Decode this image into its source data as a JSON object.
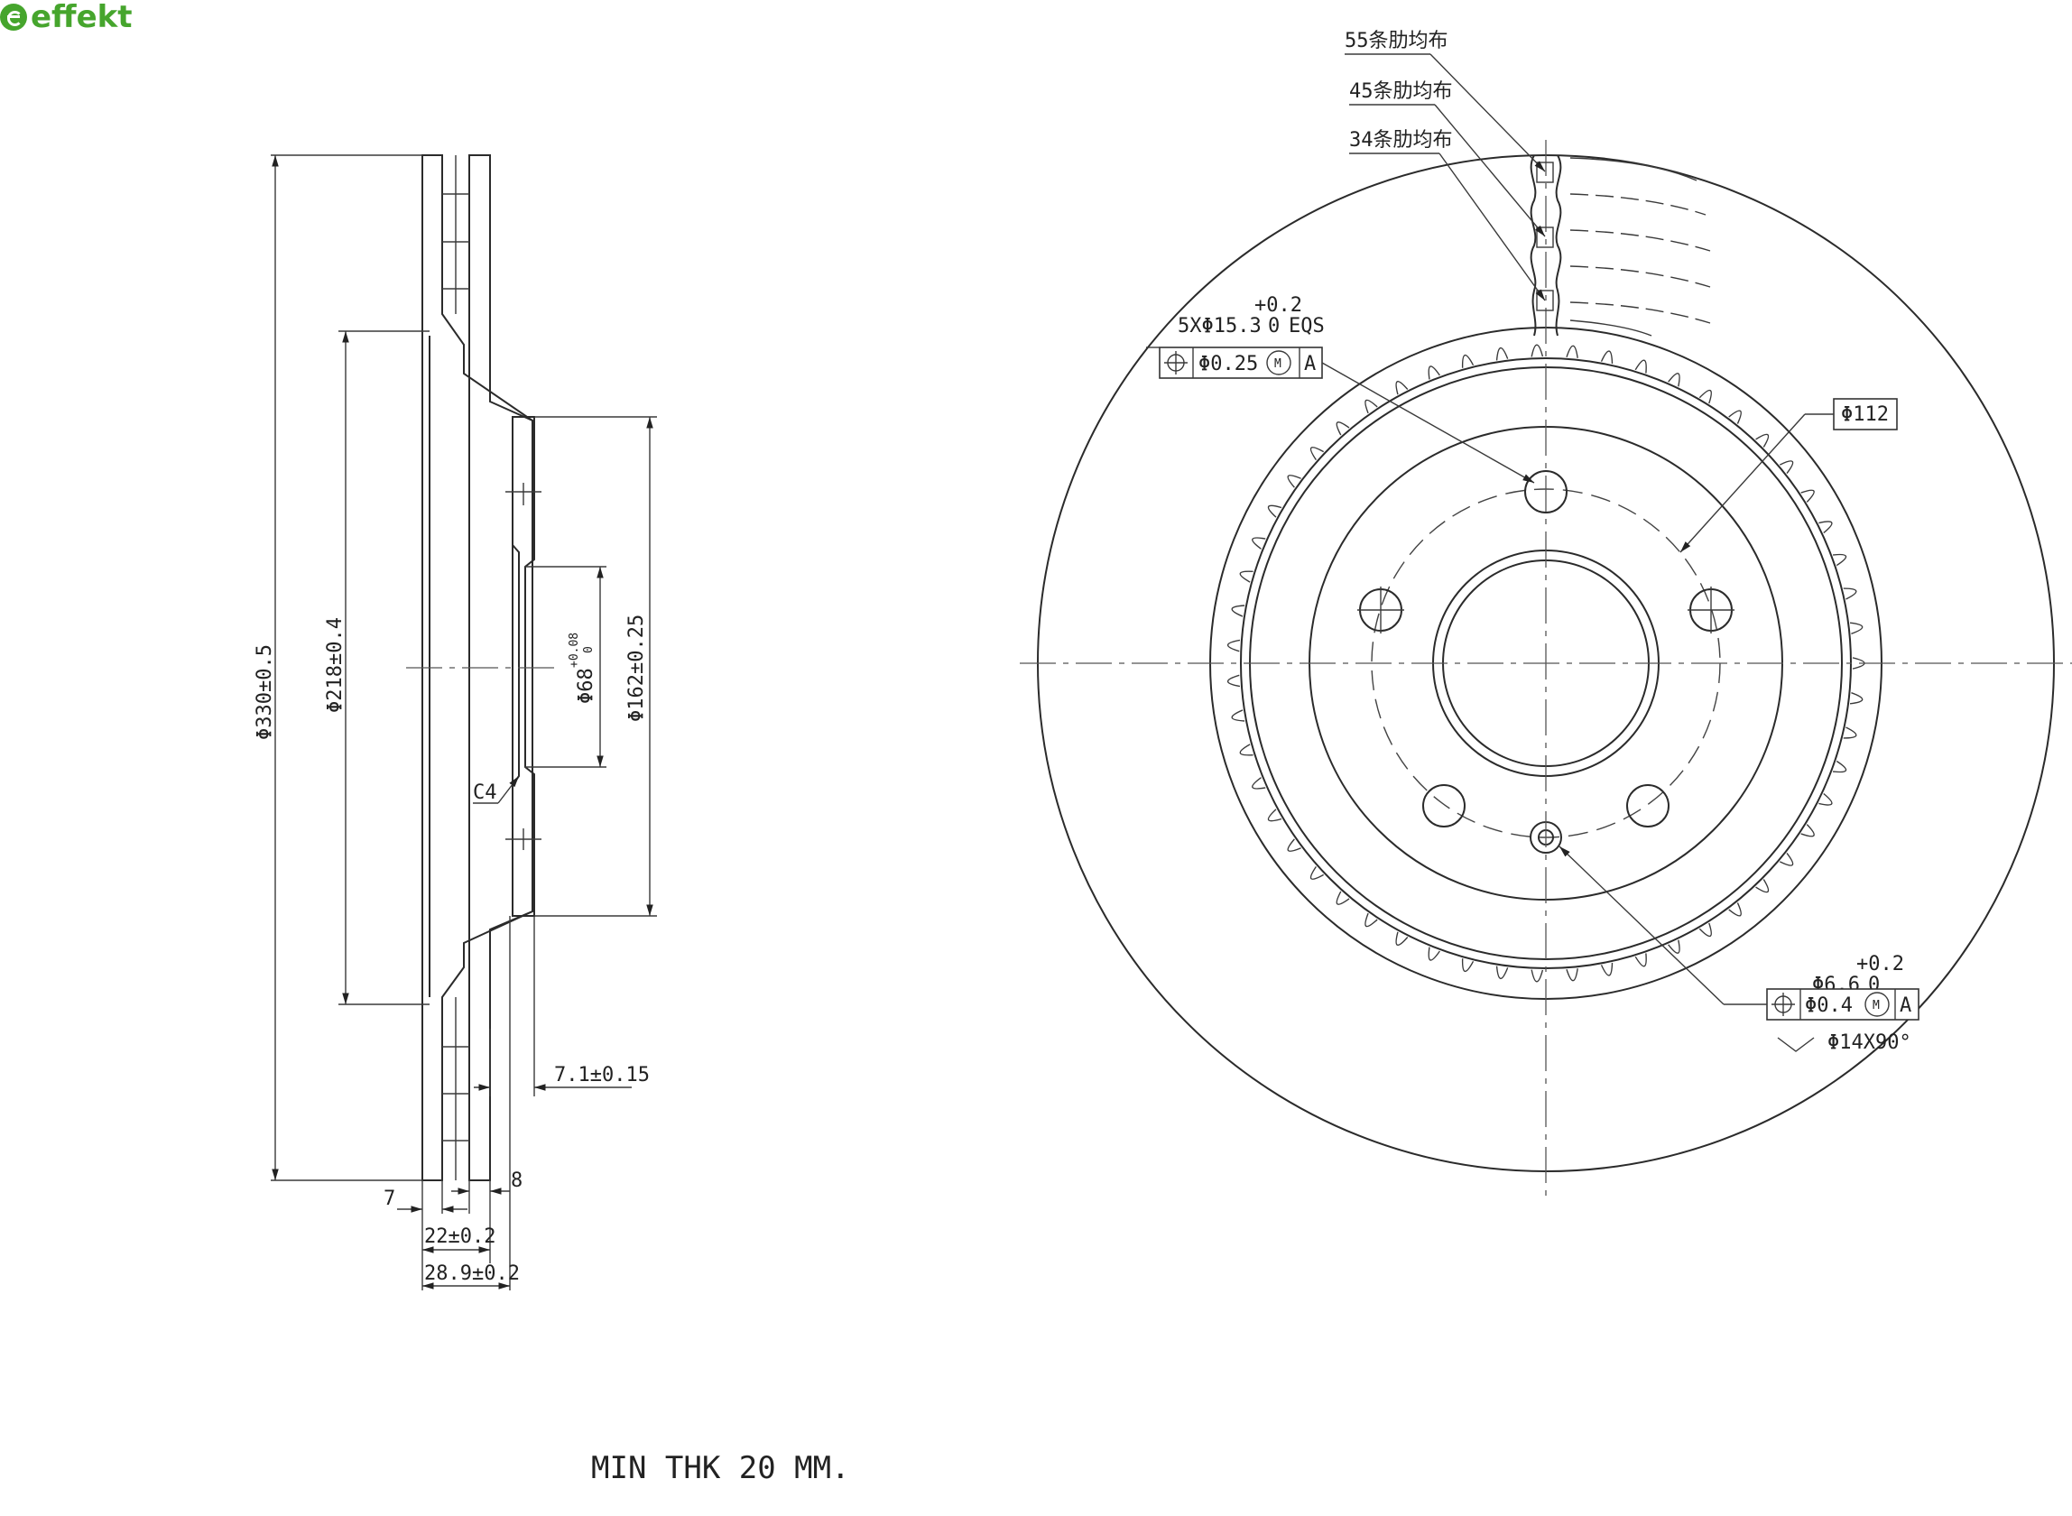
{
  "logo": {
    "brand": "effekt",
    "color": "#46a52d"
  },
  "side_view": {
    "dim_outer": "Φ330±0.5",
    "dim_friction_inner": "Φ218±0.4",
    "dim_center_bore": "Φ68",
    "dim_center_bore_tol_upper": "+0.08",
    "dim_center_bore_tol_lower": "0",
    "dim_hat": "Φ162±0.25",
    "chamfer": "C4",
    "dim_hat_wall": "7.1±0.15",
    "dim_plate_left": "7",
    "dim_plate_right": "8",
    "dim_thickness": "22±0.2",
    "dim_total_height": "28.9±0.2"
  },
  "front_view": {
    "rib_note_55": "55条肋均布",
    "rib_note_45": "45条肋均布",
    "rib_note_34": "34条肋均布",
    "bolt_holes_main": "5XΦ15.3",
    "bolt_holes_tol_upper": "+0.2",
    "bolt_holes_tol_lower": "0",
    "bolt_holes_suffix": "EQS",
    "fcf1_tolerance": "Φ0.25",
    "fcf1_modifier": "M",
    "fcf1_datum": "A",
    "pcd": "Φ112",
    "small_hole": "Φ6.6",
    "small_hole_tol_upper": "+0.2",
    "small_hole_tol_lower": "0",
    "fcf2_tolerance": "Φ0.4",
    "fcf2_modifier": "M",
    "fcf2_datum": "A",
    "countersink": "Φ14X90°"
  },
  "note": "MIN THK 20 MM."
}
